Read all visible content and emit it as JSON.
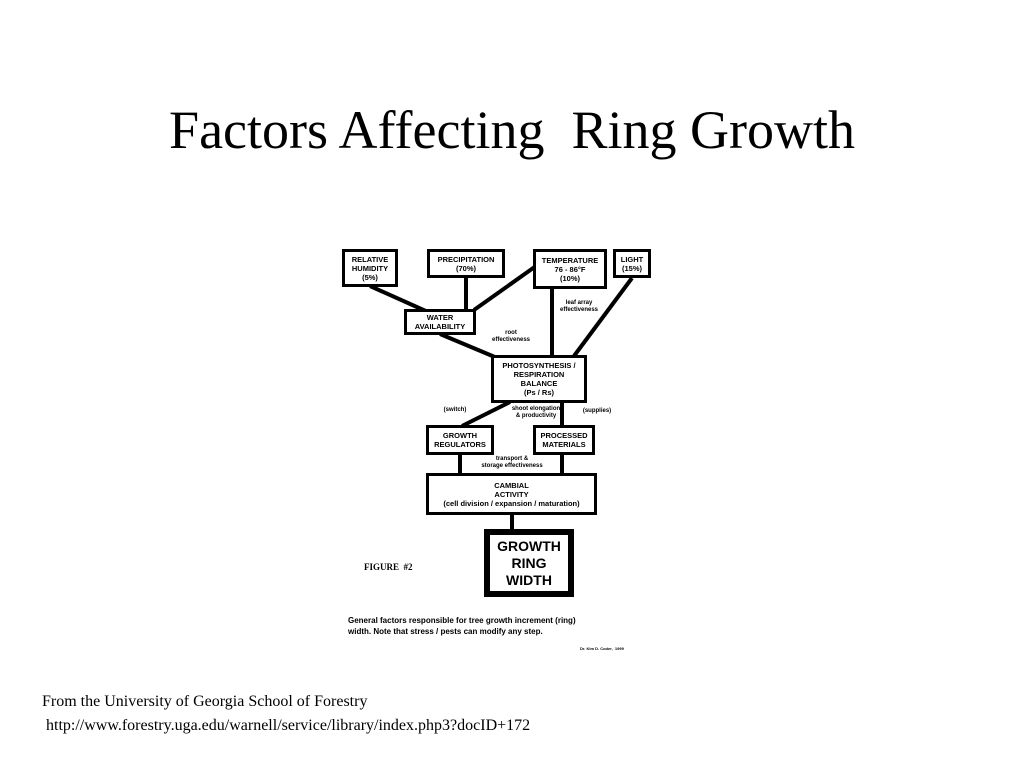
{
  "slide": {
    "title": "Factors Affecting  Ring Growth"
  },
  "diagram": {
    "boxes": {
      "relative_humidity": "RELATIVE\nHUMIDITY\n(5%)",
      "precipitation": "PRECIPITATION\n(70%)",
      "temperature": "TEMPERATURE\n76 - 86°F\n(10%)",
      "light": "LIGHT\n(15%)",
      "water_availability": "WATER\nAVAILABILITY",
      "photosynthesis": "PHOTOSYNTHESIS /\nRESPIRATION\nBALANCE\n(Ps / Rs)",
      "growth_regulators": "GROWTH\nREGULATORS",
      "processed_materials": "PROCESSED\nMATERIALS",
      "cambial_activity": "CAMBIAL\nACTIVITY\n(cell division / expansion / maturation)",
      "growth_ring_width": "GROWTH\nRING\nWIDTH"
    },
    "labels": {
      "leaf_array": "leaf array\neffectiveness",
      "root": "root\neffectiveness",
      "switch": "(switch)",
      "shoot": "shoot elongation\n& productivity",
      "supplies": "(supplies)",
      "transport": "transport &\nstorage effectiveness"
    },
    "figure_label": "FIGURE  #2",
    "caption": "General factors responsible for tree growth increment (ring)\nwidth.  Note that stress / pests can modify any step.",
    "credit": "Dr. Kim D. Coder,  1999"
  },
  "source": {
    "line1": "From the University of Georgia School of Forestry",
    "line2": " http://www.forestry.uga.edu/warnell/service/library/index.php3?docID+172"
  }
}
